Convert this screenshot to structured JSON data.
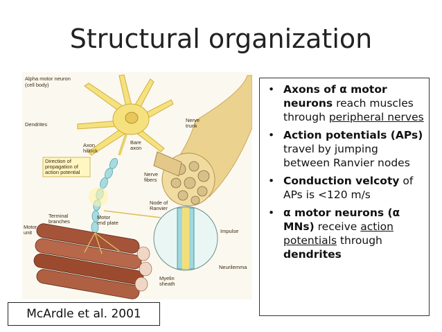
{
  "title": "Structural organization",
  "figure": {
    "labels": {
      "alpha_motor_neuron": "Alpha motor neuron",
      "cell_body": "(cell body)",
      "dendrites": "Dendrites",
      "axon": "Axon",
      "hillock": "hillock",
      "bare": "Bare",
      "bare_axon": "axon",
      "direction1": "Direction of",
      "direction2": "propagation of",
      "direction3": "action potential",
      "nerve": "Nerve",
      "trunk": "trunk",
      "nerve2": "Nerve",
      "fibers": "fibers",
      "node_of": "Node of",
      "ranvier": "Ranvier",
      "terminal": "Terminal",
      "branches": "branches",
      "motor": "Motor",
      "end_plate": "end plate",
      "motor_unit1": "Motor",
      "motor_unit2": "unit",
      "impulse": "Impulse",
      "neurilemma": "Neurilemma",
      "myelin": "Myelin",
      "sheath": "sheath"
    }
  },
  "bullets": [
    {
      "bold": "Axons of α motor neurons",
      "rest": " reach muscles through ",
      "underline": "peripheral nerves"
    },
    {
      "bold": "Action potentials (APs)",
      "rest": " travel by jumping between Ranvier nodes"
    },
    {
      "bold": "Conduction velcoty",
      "rest": " of APs is <120 m/s"
    },
    {
      "bold": " α motor neurons (α MNs)",
      "rest": " receive ",
      "underline": "action potentials",
      "rest2": " through ",
      "bold2": "dendrites"
    }
  ],
  "citation": "McArdle et al. 2001",
  "colors": {
    "neuron": "#f3df7a",
    "muscle": "#9c4a2e",
    "nerve": "#e9cf86",
    "myelin": "#8fd3d8"
  }
}
